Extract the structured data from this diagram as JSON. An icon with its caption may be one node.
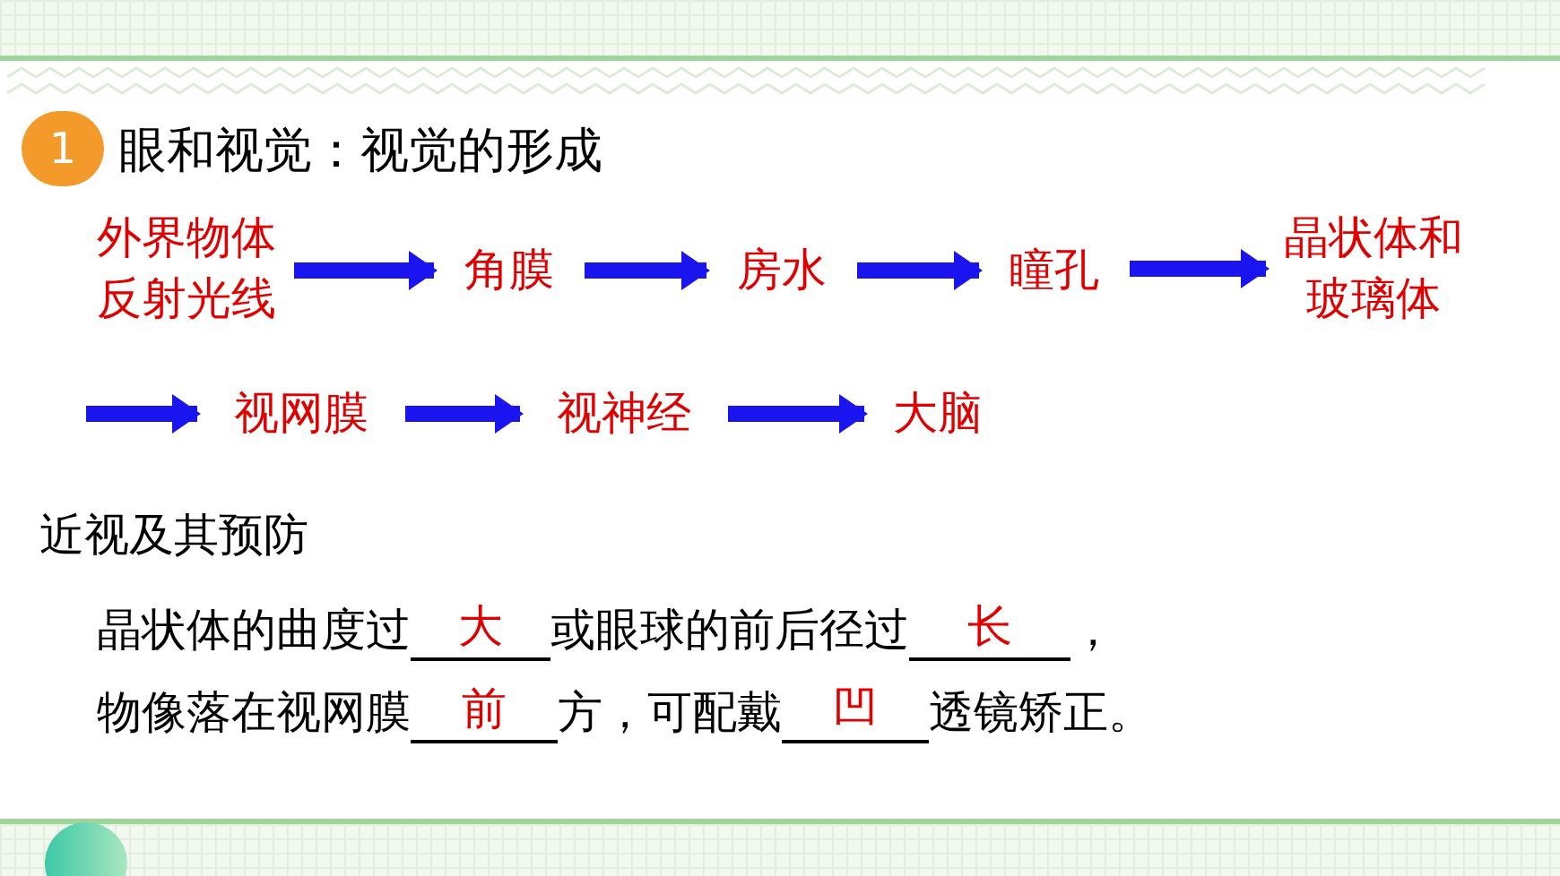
{
  "diagram": {
    "title": "眼和视觉：视觉的形成",
    "nodes": [
      {
        "text": [
          "外界物体反射光线"
        ]
      },
      {
        "text": [
          "角膜"
        ]
      },
      {
        "text": [
          "房水"
        ]
      },
      {
        "text": [
          "瞳孔"
        ]
      },
      {
        "text": [
          "晶状体和玻璃体"
        ]
      },
      {
        "text": [
          "视网膜"
        ]
      },
      {
        "text": [
          "视神经"
        ]
      },
      {
        "text": [
          "大脑"
        ]
      }
    ],
    "edges": [
      {
        "from": 0,
        "to": 1,
        "arrow": "to"
      },
      {
        "from": 1,
        "to": 2,
        "arrow": "to"
      },
      {
        "from": 2,
        "to": 3,
        "arrow": "to"
      },
      {
        "from": 3,
        "to": 4,
        "arrow": "to"
      },
      {
        "from": null,
        "to": 5,
        "arrow": "to"
      },
      {
        "from": 5,
        "to": 6,
        "arrow": "to"
      },
      {
        "from": 6,
        "to": 7,
        "arrow": "to"
      }
    ],
    "labels": [
      "1",
      "近视及其预防",
      "晶状体的曲度过",
      "大",
      "或眼球的前后径过",
      "长",
      "，",
      "物像落在视网膜",
      "前",
      "方，可配戴",
      "凹",
      "透镜矫正。"
    ]
  }
}
